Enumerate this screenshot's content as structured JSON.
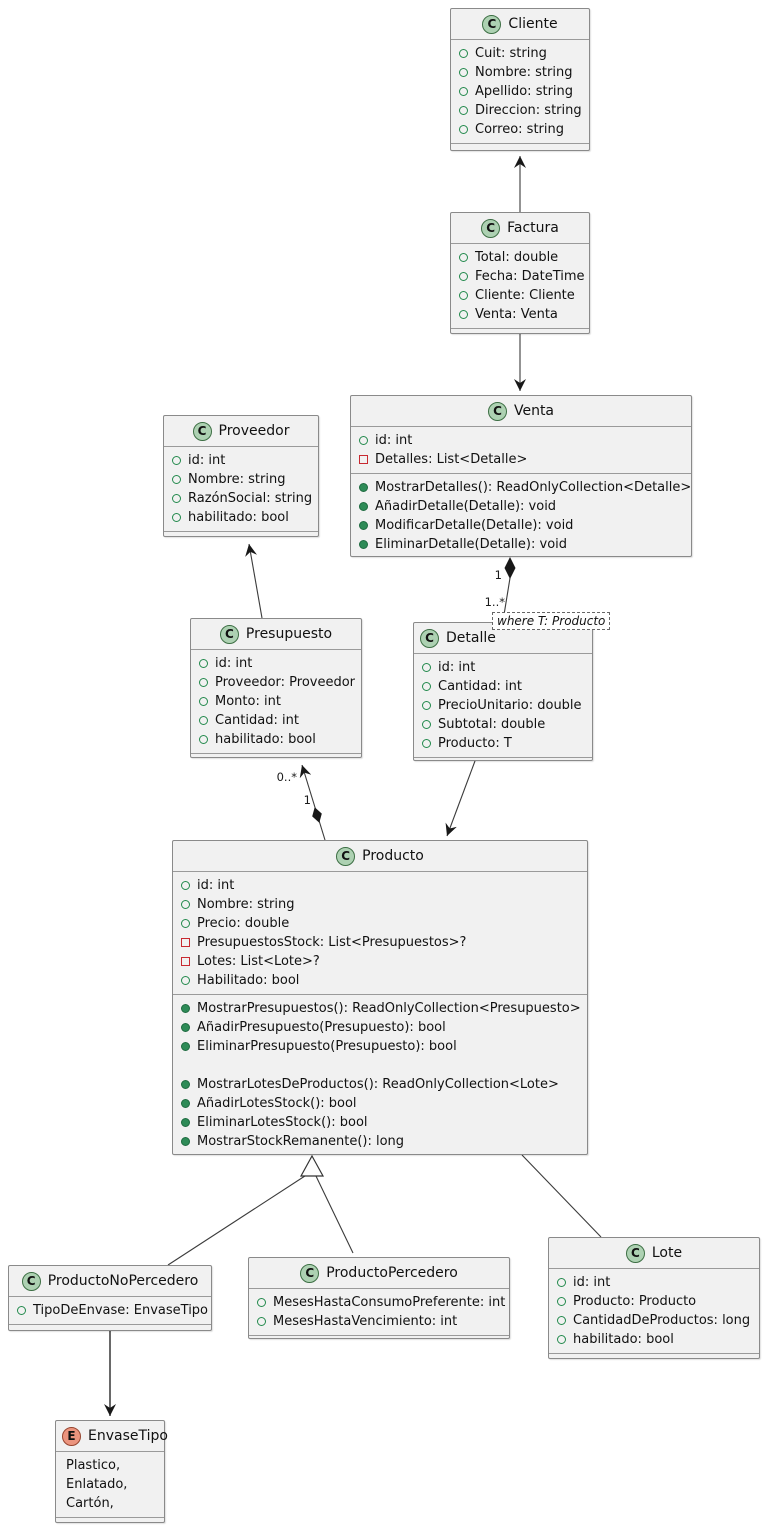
{
  "diagram_title": "UML class diagram",
  "spots": {
    "class_letter": "C",
    "enum_letter": "E"
  },
  "classes": {
    "cliente": {
      "name": "Cliente",
      "fields": [
        "Cuit: string",
        "Nombre: string",
        "Apellido: string",
        "Direccion: string",
        "Correo: string"
      ]
    },
    "factura": {
      "name": "Factura",
      "fields": [
        "Total: double",
        "Fecha: DateTime",
        "Cliente: Cliente",
        "Venta: Venta"
      ]
    },
    "venta": {
      "name": "Venta",
      "fields": [
        "id: int",
        "Detalles: List<Detalle>"
      ],
      "methods": [
        "MostrarDetalles(): ReadOnlyCollection<Detalle>",
        "AñadirDetalle(Detalle): void",
        "ModificarDetalle(Detalle): void",
        "EliminarDetalle(Detalle): void"
      ]
    },
    "proveedor": {
      "name": "Proveedor",
      "fields": [
        "id: int",
        "Nombre: string",
        "RazónSocial: string",
        "habilitado: bool"
      ]
    },
    "presupuesto": {
      "name": "Presupuesto",
      "fields": [
        "id: int",
        "Proveedor: Proveedor",
        "Monto: int",
        "Cantidad: int",
        "habilitado: bool"
      ]
    },
    "detalle": {
      "name": "Detalle",
      "generic_note": "where T: Producto",
      "fields": [
        "id: int",
        "Cantidad: int",
        "PrecioUnitario: double",
        "Subtotal: double",
        "Producto: T"
      ]
    },
    "producto": {
      "name": "Producto",
      "fields": [
        "id: int",
        "Nombre: string",
        "Precio: double",
        "PresupuestosStock: List<Presupuestos>?",
        "Lotes: List<Lote>?",
        "Habilitado: bool"
      ],
      "methods": [
        "MostrarPresupuestos(): ReadOnlyCollection<Presupuesto>",
        "AñadirPresupuesto(Presupuesto): bool",
        "EliminarPresupuesto(Presupuesto): bool",
        "",
        "MostrarLotesDeProductos(): ReadOnlyCollection<Lote>",
        "AñadirLotesStock(): bool",
        "EliminarLotesStock(): bool",
        "MostrarStockRemanente(): long"
      ]
    },
    "producto_no_percedero": {
      "name": "ProductoNoPercedero",
      "fields": [
        "TipoDeEnvase: EnvaseTipo"
      ]
    },
    "producto_percedero": {
      "name": "ProductoPercedero",
      "fields": [
        "MesesHastaConsumoPreferente: int",
        "MesesHastaVencimiento: int"
      ]
    },
    "lote": {
      "name": "Lote",
      "fields": [
        "id: int",
        "Producto: Producto",
        "CantidadDeProductos: long",
        "habilitado: bool"
      ]
    },
    "envase_tipo": {
      "name": "EnvaseTipo",
      "values": [
        "Plastico,",
        "Enlatado,",
        "Cartón,"
      ]
    }
  },
  "multiplicities": {
    "venta_side": "1",
    "detalle_side": "1..*",
    "presupuesto_side": "0..*",
    "producto_side": "1"
  },
  "colors": {
    "box_fill": "#F1F1F1",
    "box_border": "#8A8A8A",
    "class_spot": "#ADD1B2",
    "enum_spot": "#EB947E",
    "field_public": "#238A4D",
    "field_private": "#C82930",
    "method_dot": "#2E8B57",
    "edge_line": "#3B3B3B"
  }
}
